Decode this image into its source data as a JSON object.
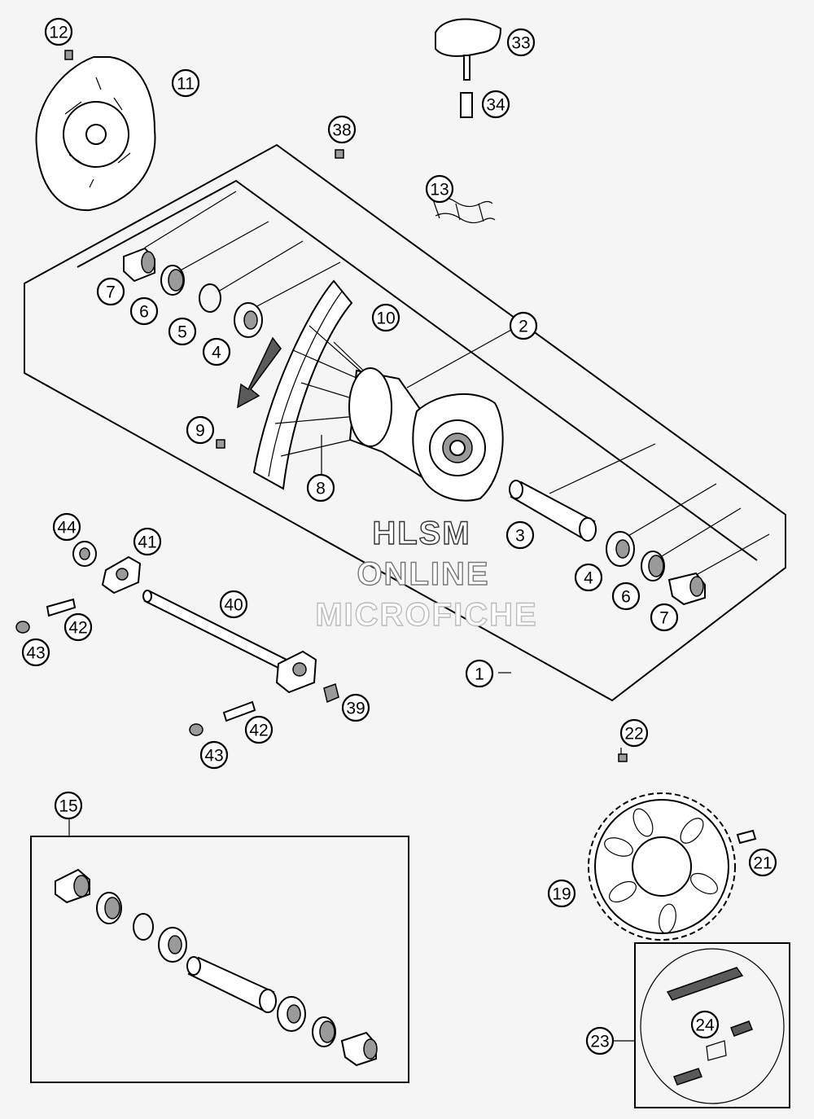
{
  "callouts": [
    {
      "id": "12"
    },
    {
      "id": "11"
    },
    {
      "id": "33"
    },
    {
      "id": "34"
    },
    {
      "id": "38"
    },
    {
      "id": "13"
    },
    {
      "id": "7"
    },
    {
      "id": "6"
    },
    {
      "id": "5"
    },
    {
      "id": "4"
    },
    {
      "id": "10"
    },
    {
      "id": "2"
    },
    {
      "id": "9"
    },
    {
      "id": "8"
    },
    {
      "id": "3"
    },
    {
      "id": "4"
    },
    {
      "id": "6"
    },
    {
      "id": "7"
    },
    {
      "id": "44"
    },
    {
      "id": "41"
    },
    {
      "id": "40"
    },
    {
      "id": "42"
    },
    {
      "id": "43"
    },
    {
      "id": "1"
    },
    {
      "id": "39"
    },
    {
      "id": "42"
    },
    {
      "id": "43"
    },
    {
      "id": "22"
    },
    {
      "id": "15"
    },
    {
      "id": "21"
    },
    {
      "id": "19"
    },
    {
      "id": "24"
    },
    {
      "id": "23"
    }
  ],
  "watermark": {
    "line1": "HLSM",
    "line2": "ONLINE",
    "line3": "MICROFICHE"
  }
}
